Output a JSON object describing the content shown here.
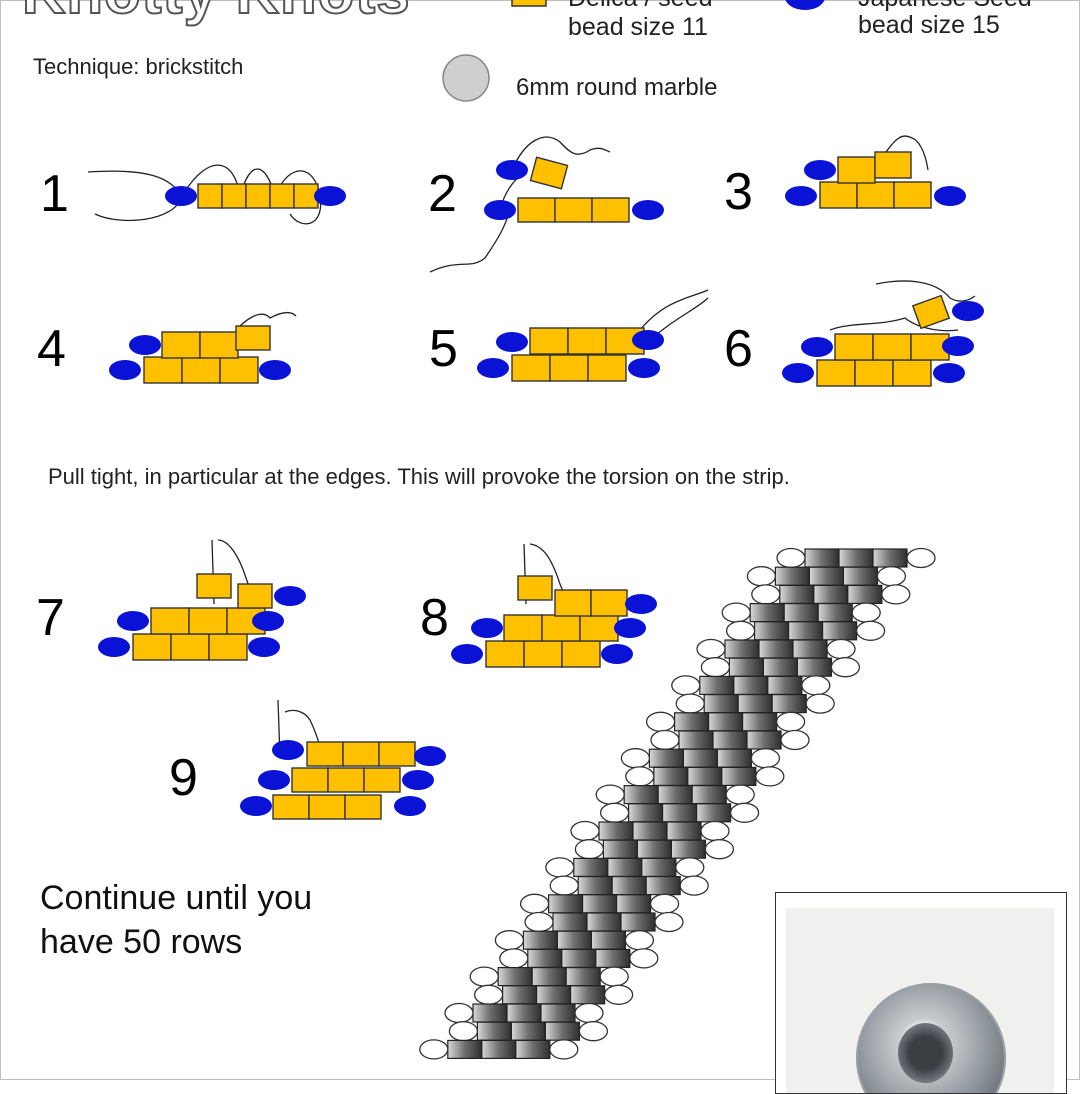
{
  "title": "Knotty Knots",
  "technique": "Technique: brickstitch",
  "legend": {
    "delica_line1": "Delica / seed",
    "delica_line2": "bead size 11",
    "japanese_line1": "Japanese Seed",
    "japanese_line2": "bead size 15",
    "marble": "6mm round marble"
  },
  "steps": [
    "1",
    "2",
    "3",
    "4",
    "5",
    "6",
    "7",
    "8",
    "9"
  ],
  "instruction_pull": "Pull tight, in particular at the edges. This will provoke the torsion on the strip.",
  "instruction_continue_line1": "Continue until you",
  "instruction_continue_line2": "have 50 rows",
  "colors": {
    "delica": "#ffc000",
    "japanese": "#0a12d6",
    "marble": "#cfcfcf",
    "strip_bead": "#8c8c8c"
  }
}
